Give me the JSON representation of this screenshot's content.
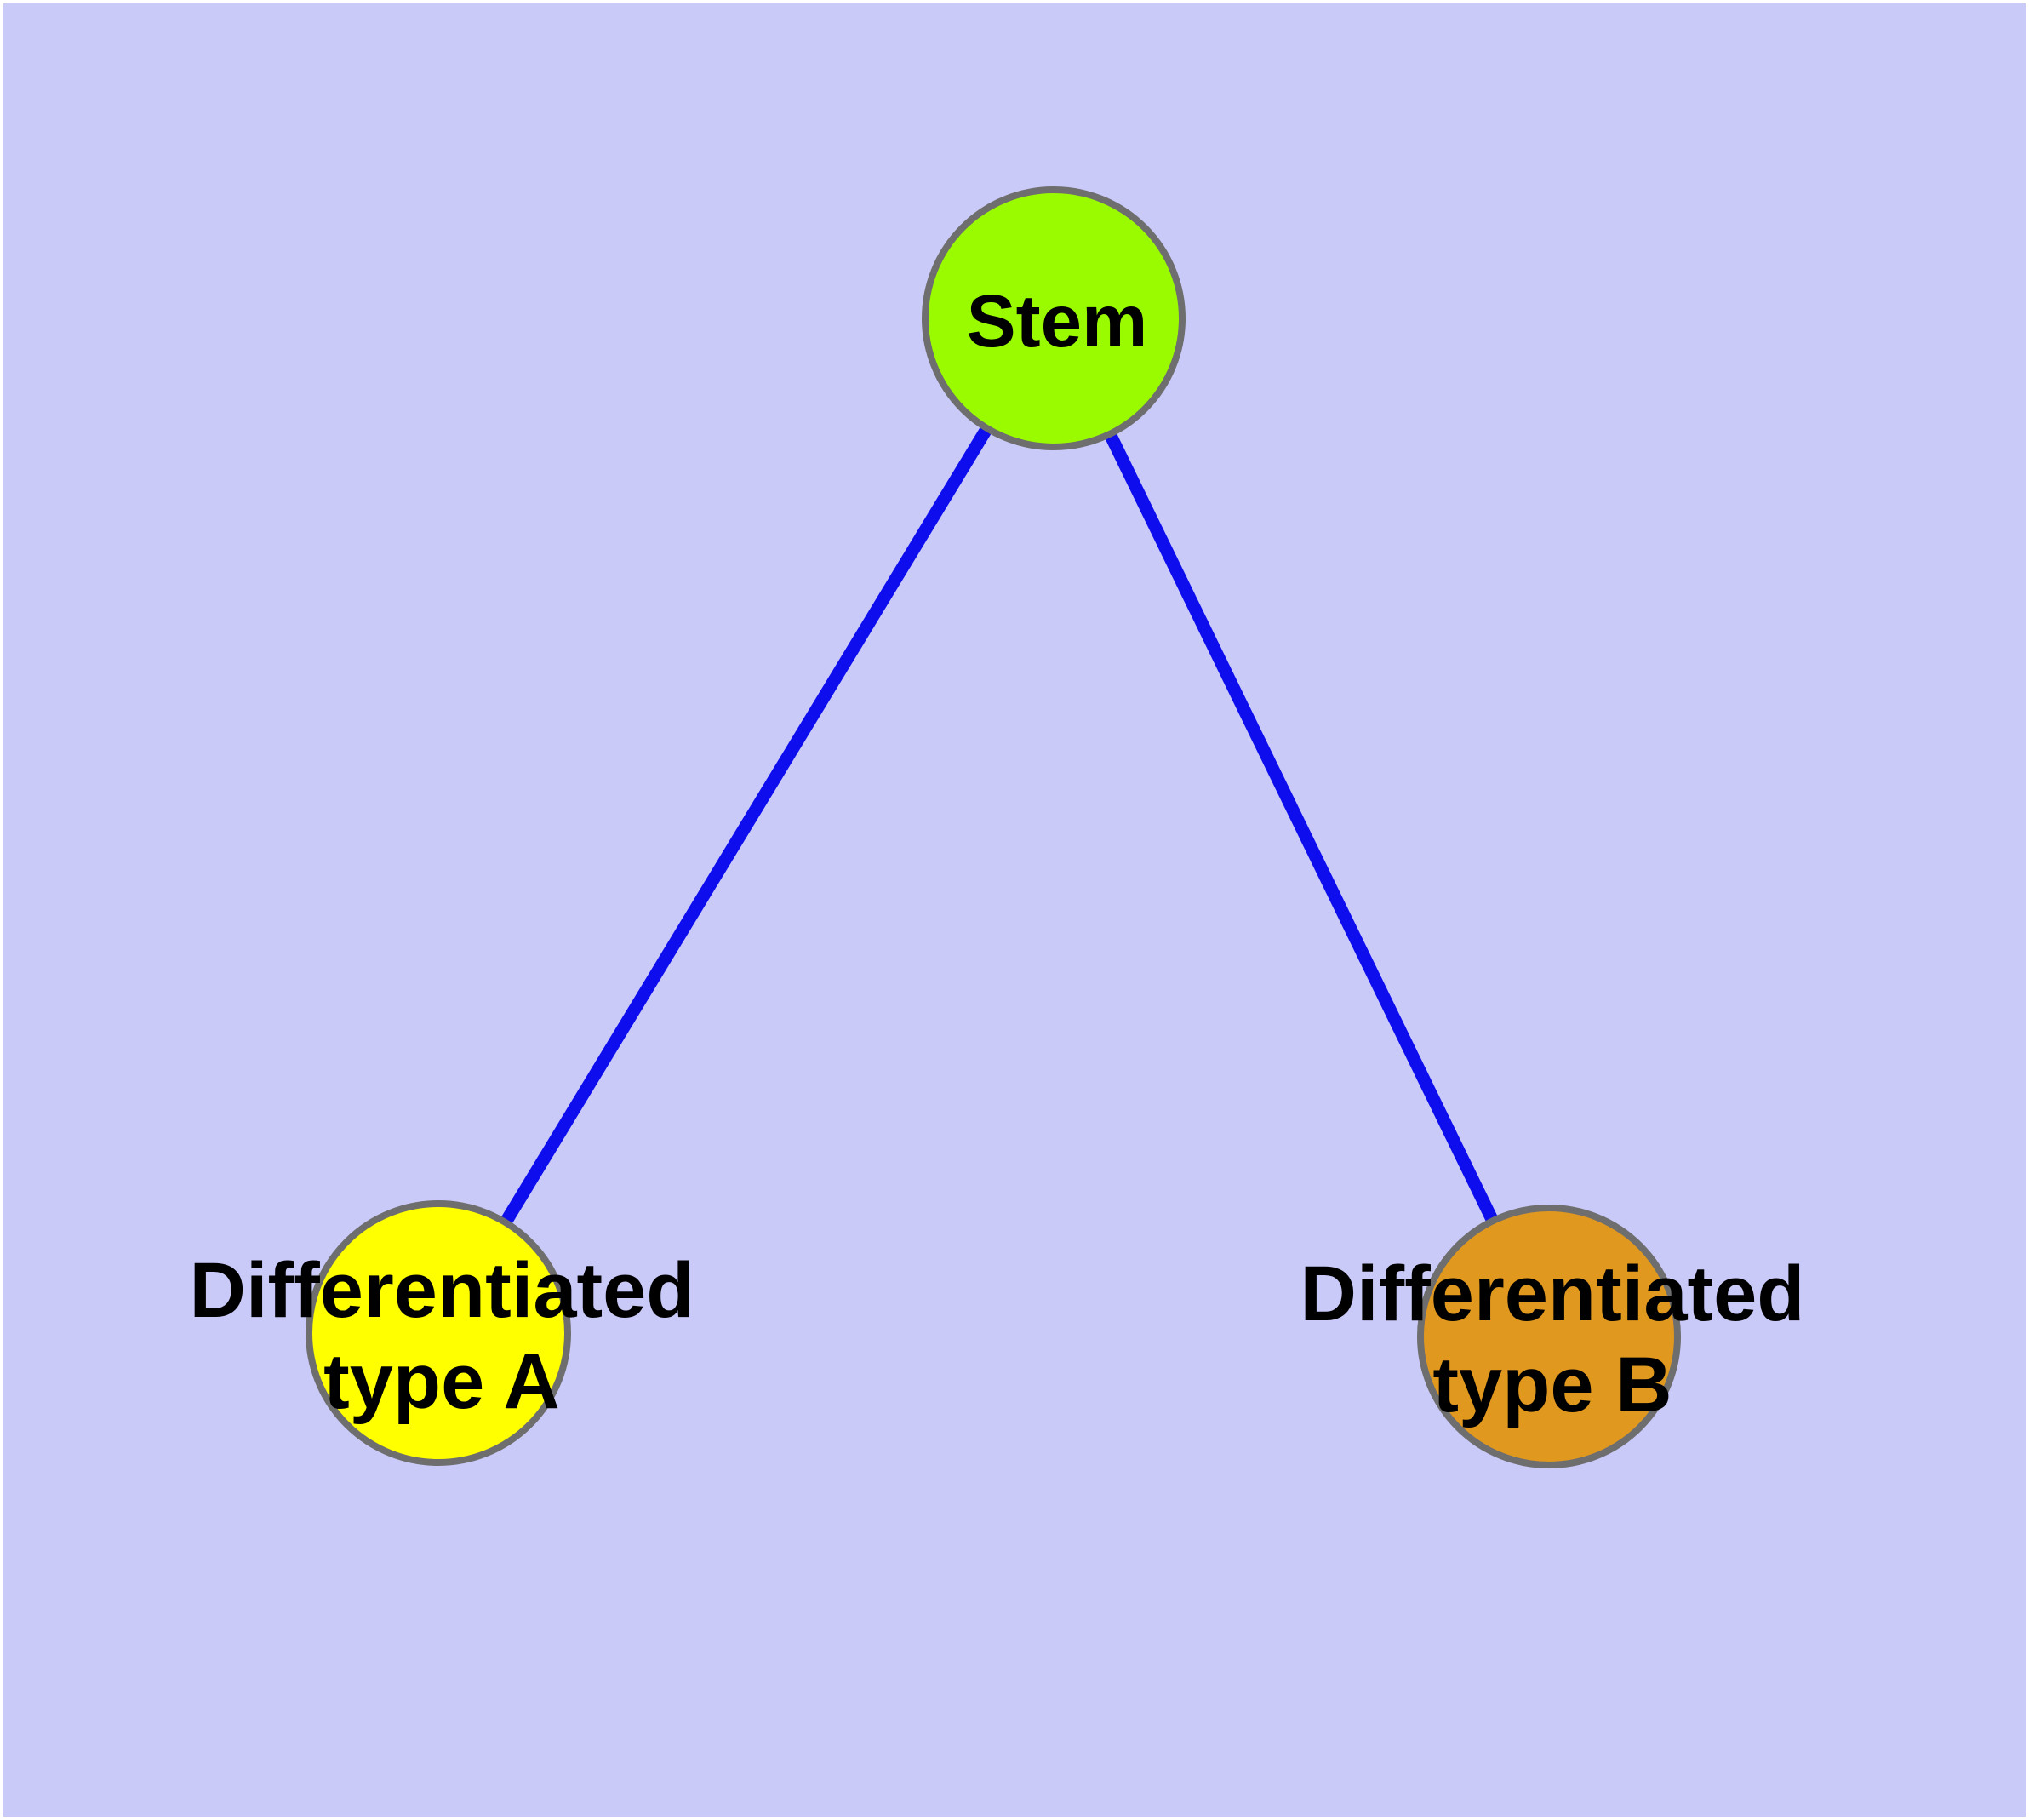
{
  "figure": {
    "type": "node-link-diagram",
    "background_color": "#cacaf9",
    "frame_color": "#ffffff"
  },
  "colors": {
    "edge": "#0d0dee",
    "node_border": "#6e6e6e",
    "label_text": "#000000"
  },
  "nodes": {
    "stem": {
      "label": "Stem",
      "lines": [
        "Stem"
      ],
      "color": "#9afb00"
    },
    "type_a": {
      "label": "Differentiated type A",
      "lines": [
        "Differentiated",
        "type A"
      ],
      "color": "#ffff00"
    },
    "type_b": {
      "label": "Differentiated type B",
      "lines": [
        "Differentiated",
        "type B"
      ],
      "color": "#e0981f"
    }
  },
  "edges": [
    {
      "from": "Stem",
      "to": "Differentiated type A"
    },
    {
      "from": "Stem",
      "to": "Differentiated type B"
    }
  ]
}
